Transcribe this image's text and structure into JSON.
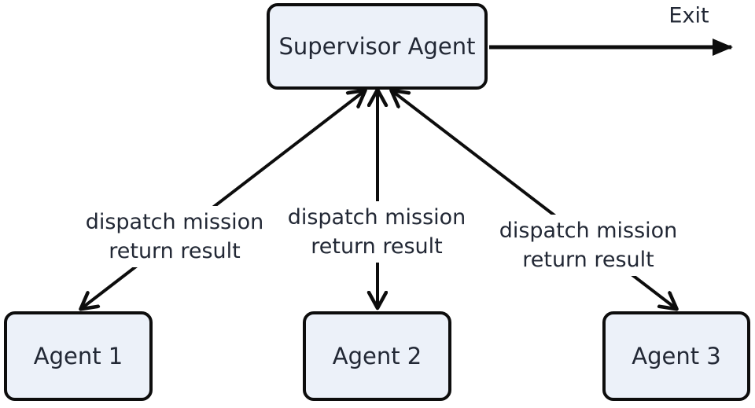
{
  "diagram": {
    "type": "flowchart",
    "colors": {
      "background": "#ffffff",
      "node_fill": "#ecf1f9",
      "node_border": "#0d0d0d",
      "text": "#222835",
      "arrow": "#0d0d0d"
    },
    "nodes": {
      "supervisor": {
        "label": "Supervisor Agent"
      },
      "agent1": {
        "label": "Agent 1"
      },
      "agent2": {
        "label": "Agent 2"
      },
      "agent3": {
        "label": "Agent 3"
      }
    },
    "edges": {
      "supervisor_agent1": {
        "line1": "dispatch mission",
        "line2": "return result",
        "direction": "bidirectional"
      },
      "supervisor_agent2": {
        "line1": "dispatch mission",
        "line2": "return result",
        "direction": "bidirectional"
      },
      "supervisor_agent3": {
        "line1": "dispatch mission",
        "line2": "return result",
        "direction": "bidirectional"
      },
      "supervisor_exit": {
        "label": "Exit",
        "direction": "right"
      }
    }
  }
}
